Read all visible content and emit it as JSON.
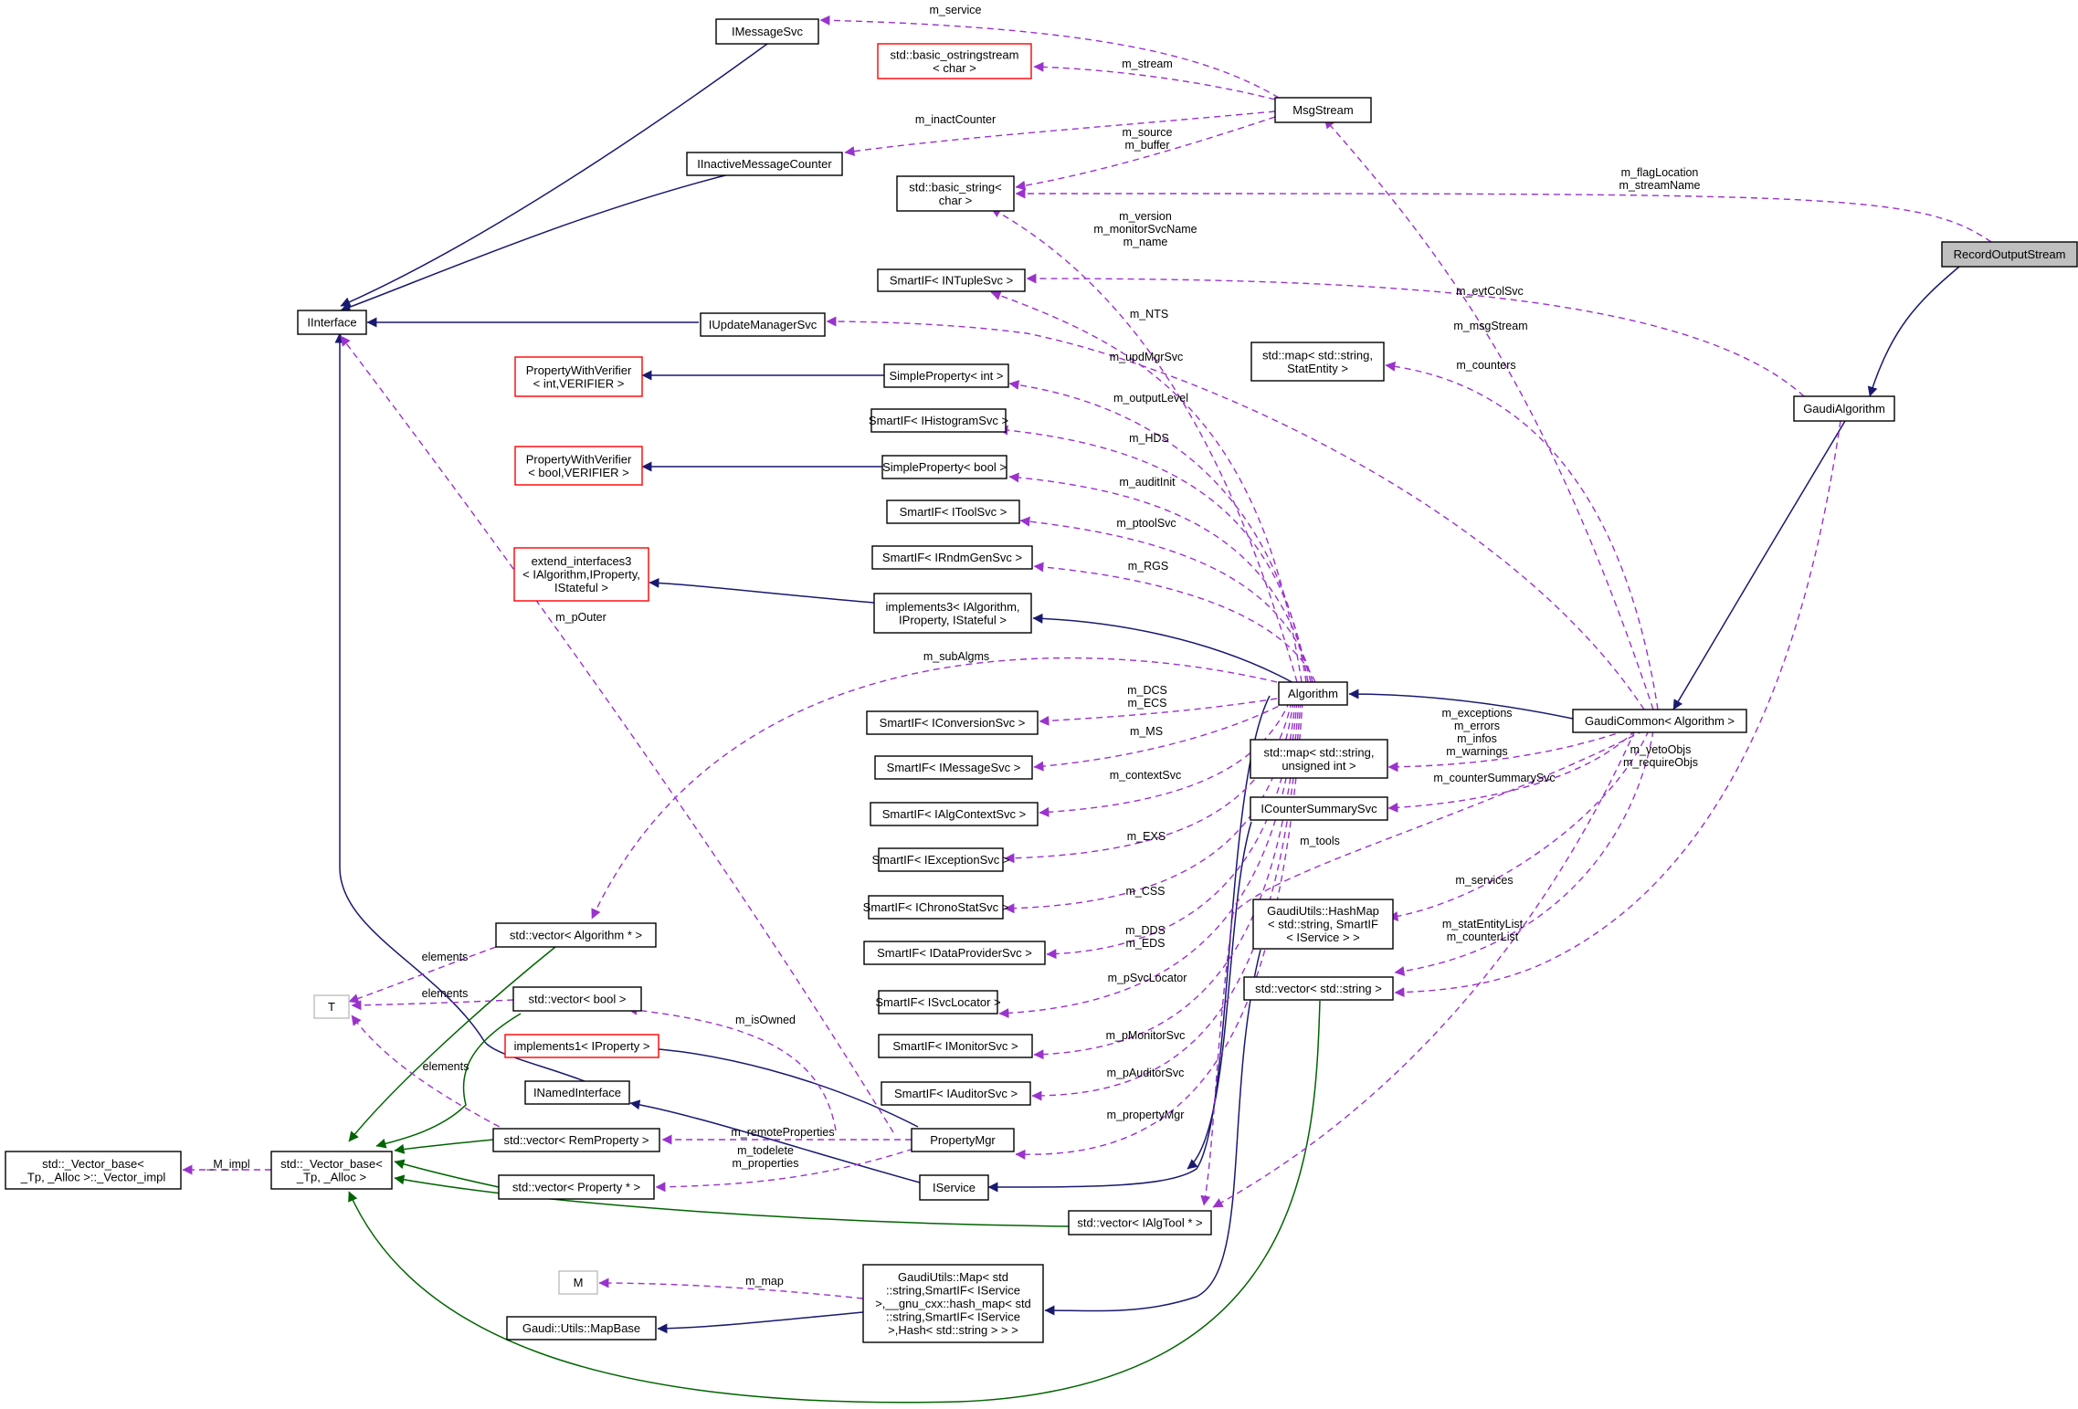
{
  "colors": {
    "inherit": "#191970",
    "inherit_template": "#006400",
    "usage": "#9a32cd",
    "undocumented_border": "#ff0000",
    "focus_fill": "#bfbfbf"
  },
  "nodes": {
    "imessagesvc": {
      "lines": [
        "IMessageSvc"
      ]
    },
    "basic_ostringstream": {
      "lines": [
        "std::basic_ostringstream",
        "< char >"
      ]
    },
    "msgstream": {
      "lines": [
        "MsgStream"
      ]
    },
    "iinactivemessagecounter": {
      "lines": [
        "IInactiveMessageCounter"
      ]
    },
    "basic_string": {
      "lines": [
        "std::basic_string<",
        "char >"
      ]
    },
    "recordoutputstream": {
      "lines": [
        "RecordOutputStream"
      ]
    },
    "smartif_intuplesvc": {
      "lines": [
        "SmartIF< INTupleSvc >"
      ]
    },
    "iinterface": {
      "lines": [
        "IInterface"
      ]
    },
    "iupdatemanagersvc": {
      "lines": [
        "IUpdateManagerSvc"
      ]
    },
    "map_statentity": {
      "lines": [
        "std::map< std::string,",
        "StatEntity >"
      ]
    },
    "propertywithverifier_int": {
      "lines": [
        "PropertyWithVerifier",
        "< int,VERIFIER >"
      ]
    },
    "simpleproperty_int": {
      "lines": [
        "SimpleProperty< int >"
      ]
    },
    "gaudialgorithm": {
      "lines": [
        "GaudiAlgorithm"
      ]
    },
    "smartif_ihistogramsvc": {
      "lines": [
        "SmartIF< IHistogramSvc >"
      ]
    },
    "propertywithverifier_bool": {
      "lines": [
        "PropertyWithVerifier",
        "< bool,VERIFIER >"
      ]
    },
    "simpleproperty_bool": {
      "lines": [
        "SimpleProperty< bool >"
      ]
    },
    "smartif_itoolsvc": {
      "lines": [
        "SmartIF< IToolSvc >"
      ]
    },
    "extend_interfaces3": {
      "lines": [
        "extend_interfaces3",
        "< IAlgorithm,IProperty,",
        "IStateful >"
      ]
    },
    "smartif_irndmgensvc": {
      "lines": [
        "SmartIF< IRndmGenSvc >"
      ]
    },
    "implements3": {
      "lines": [
        "implements3< IAlgorithm,",
        "IProperty, IStateful >"
      ]
    },
    "algorithm": {
      "lines": [
        "Algorithm"
      ]
    },
    "gaudicommon": {
      "lines": [
        "GaudiCommon< Algorithm >"
      ]
    },
    "smartif_iconversionsvc": {
      "lines": [
        "SmartIF< IConversionSvc >"
      ]
    },
    "smartif_imessagesvc": {
      "lines": [
        "SmartIF< IMessageSvc >"
      ]
    },
    "map_uint": {
      "lines": [
        "std::map< std::string,",
        "unsigned int >"
      ]
    },
    "smartif_ialgcontextsvc": {
      "lines": [
        "SmartIF< IAlgContextSvc >"
      ]
    },
    "icountersummarysvc": {
      "lines": [
        "ICounterSummarySvc"
      ]
    },
    "smartif_iexceptionsvc": {
      "lines": [
        "SmartIF< IExceptionSvc >"
      ]
    },
    "smartif_ichronostatsvc": {
      "lines": [
        "SmartIF< IChronoStatSvc >"
      ]
    },
    "hashmap": {
      "lines": [
        "GaudiUtils::HashMap",
        "< std::string, SmartIF",
        "< IService > >"
      ]
    },
    "smartif_idataprovidersvc": {
      "lines": [
        "SmartIF< IDataProviderSvc >"
      ]
    },
    "vector_algorithm": {
      "lines": [
        "std::vector< Algorithm * >"
      ]
    },
    "vector_string": {
      "lines": [
        "std::vector< std::string >"
      ]
    },
    "smartif_isvclocator": {
      "lines": [
        "SmartIF< ISvcLocator >"
      ]
    },
    "t": {
      "lines": [
        "T"
      ]
    },
    "vector_bool": {
      "lines": [
        "std::vector< bool >"
      ]
    },
    "smartif_imonitorsvc": {
      "lines": [
        "SmartIF< IMonitorSvc >"
      ]
    },
    "implements1": {
      "lines": [
        "implements1< IProperty >"
      ]
    },
    "inamedinterface": {
      "lines": [
        "INamedInterface"
      ]
    },
    "smartif_iauditorsvc": {
      "lines": [
        "SmartIF< IAuditorSvc >"
      ]
    },
    "vector_base_impl": {
      "lines": [
        "std::_Vector_base<",
        "_Tp, _Alloc >::_Vector_impl"
      ]
    },
    "vector_base": {
      "lines": [
        "std::_Vector_base<",
        "_Tp, _Alloc >"
      ]
    },
    "vector_remproperty": {
      "lines": [
        "std::vector< RemProperty >"
      ]
    },
    "propertymgr": {
      "lines": [
        "PropertyMgr"
      ]
    },
    "vector_property": {
      "lines": [
        "std::vector< Property * >"
      ]
    },
    "iservice": {
      "lines": [
        "IService"
      ]
    },
    "vector_ialgtool": {
      "lines": [
        "std::vector< IAlgTool * >"
      ]
    },
    "m": {
      "lines": [
        "M"
      ]
    },
    "gaudiutils_map": {
      "lines": [
        "GaudiUtils::Map< std",
        "::string,SmartIF< IService",
        ">,__gnu_cxx::hash_map< std",
        "::string,SmartIF< IService",
        ">,Hash< std::string > > >"
      ]
    },
    "mapbase": {
      "lines": [
        "Gaudi::Utils::MapBase"
      ]
    }
  },
  "labels": {
    "m_service": [
      "m_service"
    ],
    "m_stream": [
      "m_stream"
    ],
    "m_inactcounter": [
      "m_inactCounter"
    ],
    "m_source_buffer": [
      "m_source",
      "m_buffer"
    ],
    "m_flaglocation": [
      "m_flagLocation",
      "m_streamName"
    ],
    "m_version": [
      "m_version",
      "m_monitorSvcName",
      "m_name"
    ],
    "m_evtcolsvc": [
      "m_evtColSvc"
    ],
    "m_nts": [
      "m_NTS"
    ],
    "m_msgstream": [
      "m_msgStream"
    ],
    "m_updmgrsvc": [
      "m_updMgrSvc"
    ],
    "m_counters": [
      "m_counters"
    ],
    "m_outputlevel": [
      "m_outputLevel"
    ],
    "m_hds": [
      "m_HDS"
    ],
    "m_auditinit": [
      "m_auditInit"
    ],
    "m_ptoolsvc": [
      "m_ptoolSvc"
    ],
    "m_rgs": [
      "m_RGS"
    ],
    "m_pouter": [
      "m_pOuter"
    ],
    "m_subalgms": [
      "m_subAlgms"
    ],
    "m_dcs_ecs": [
      "m_DCS",
      "m_ECS"
    ],
    "m_exceptions": [
      "m_exceptions",
      "m_errors",
      "m_infos",
      "m_warnings"
    ],
    "m_ms": [
      "m_MS"
    ],
    "m_vetoobjs": [
      "m_vetoObjs",
      "m_requireObjs"
    ],
    "m_countersummarysvc": [
      "m_counterSummarySvc"
    ],
    "m_contextsvc": [
      "m_contextSvc"
    ],
    "m_tools": [
      "m_tools"
    ],
    "m_exs": [
      "m_EXS"
    ],
    "m_services": [
      "m_services"
    ],
    "m_css": [
      "m_CSS"
    ],
    "m_statentitylist": [
      "m_statEntityList",
      "m_counterList"
    ],
    "m_dds_eds": [
      "m_DDS",
      "m_EDS"
    ],
    "m_psvclocator": [
      "m_pSvcLocator"
    ],
    "elements_1": [
      "elements"
    ],
    "elements_2": [
      "elements"
    ],
    "m_isowned": [
      "m_isOwned"
    ],
    "m_pmonitorsvc": [
      "m_pMonitorSvc"
    ],
    "elements_3": [
      "elements"
    ],
    "m_pauditorsvc": [
      "m_pAuditorSvc"
    ],
    "m_propertymgr": [
      "m_propertyMgr"
    ],
    "m_remoteproperties": [
      "m_remoteProperties"
    ],
    "m_impl": [
      "_M_impl"
    ],
    "m_todelete": [
      "m_todelete",
      "m_properties"
    ],
    "m_map": [
      "m_map"
    ]
  }
}
